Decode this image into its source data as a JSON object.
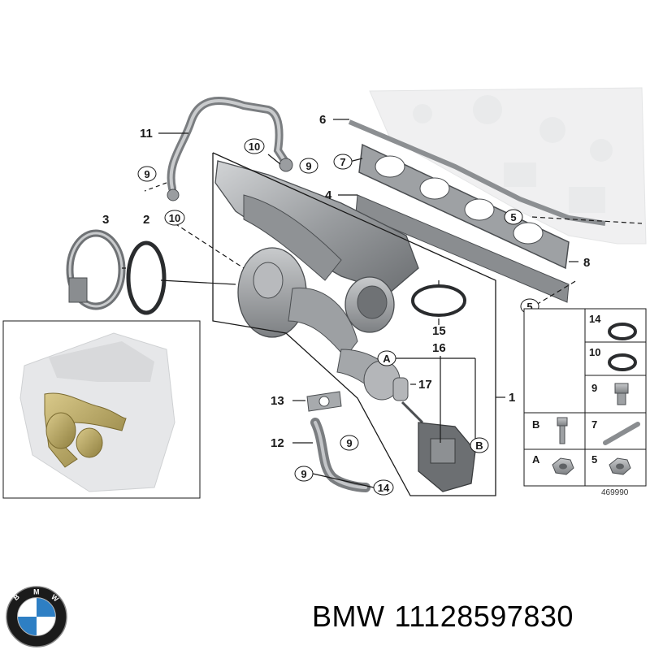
{
  "caption": {
    "brand": "BMW",
    "part_number": "11128597830"
  },
  "diagram_ref": "469990",
  "logo": {
    "text": "BMW",
    "colors": {
      "ring": "#1b1b1b",
      "blue": "#2e7fc4",
      "white": "#ffffff"
    }
  },
  "callouts": {
    "c1": "1",
    "c2": "2",
    "c3": "3",
    "c4": "4",
    "c5a": "5",
    "c5b": "5",
    "c6": "6",
    "c7": "7",
    "c8": "8",
    "c9a": "9",
    "c9b": "9",
    "c9c": "9",
    "c9d": "9",
    "c10a": "10",
    "c10b": "10",
    "c11": "11",
    "c12": "12",
    "c13": "13",
    "c14": "14",
    "c15": "15",
    "c16": "16",
    "c17": "17",
    "cA": "A",
    "cB": "B"
  },
  "legend": [
    {
      "label": "14",
      "item": "sealing-ring"
    },
    {
      "label": "10",
      "item": "sealing-ring"
    },
    {
      "label": "9",
      "item": "hollow-bolt"
    },
    {
      "label": "B",
      "item": "screw"
    },
    {
      "label": "7",
      "item": "stud"
    },
    {
      "label": "A",
      "item": "collar-nut"
    },
    {
      "label": "5",
      "item": "collar-nut"
    }
  ],
  "colors": {
    "part_gray": "#a9abad",
    "part_dark": "#6f7275",
    "engine_light": "#e3e4e6",
    "highlight": "#b9a86a"
  }
}
